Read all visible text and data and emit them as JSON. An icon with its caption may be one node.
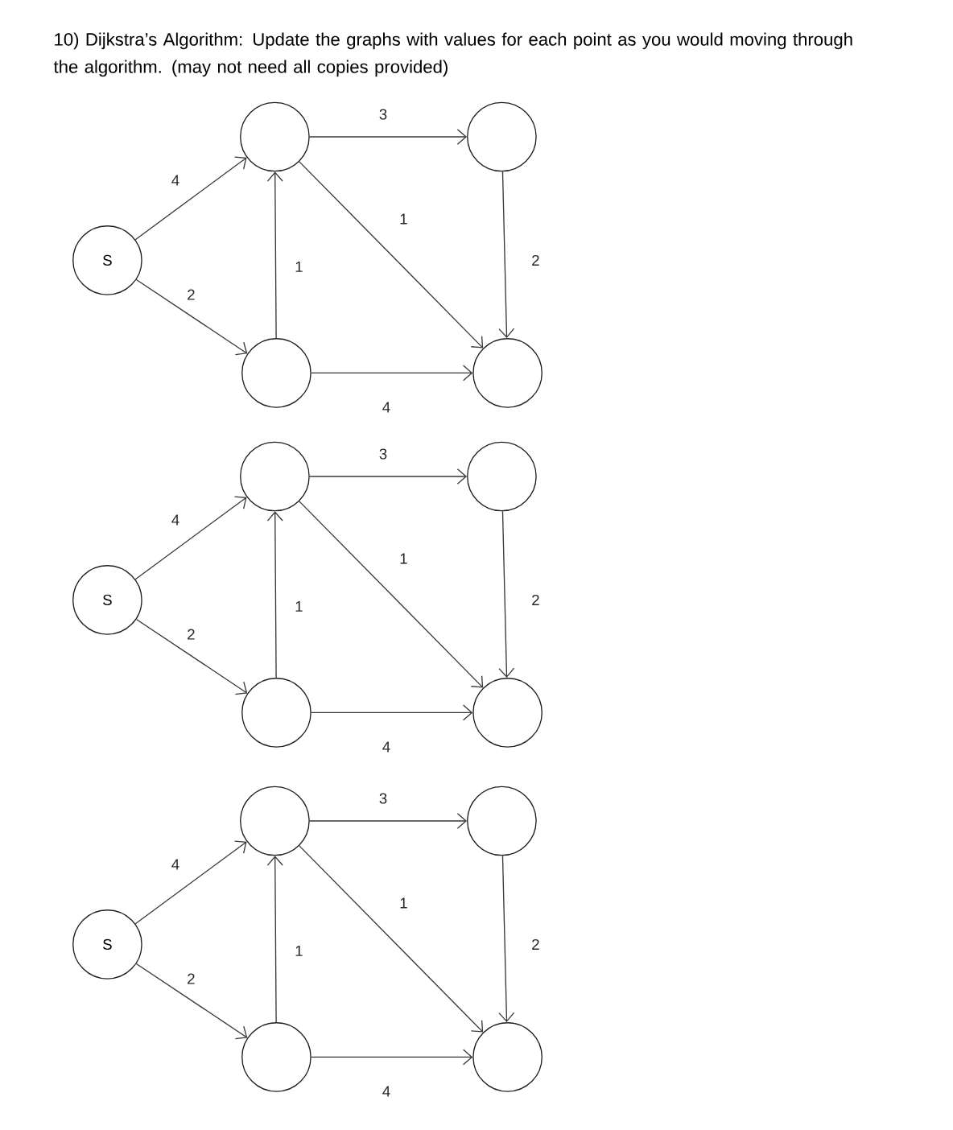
{
  "diagram": {
    "title": "10) Dijkstra’s Algorithm: Update the graphs with values for each point as you would moving through the algorithm. (may not need all copies provided)",
    "nodes": [
      {
        "text": [],
        "shape": "circle"
      },
      {
        "text": [],
        "shape": "circle"
      },
      {
        "text": [
          "S"
        ]
      },
      {
        "text": [],
        "shape": "circle"
      },
      {
        "text": [],
        "shape": "circle"
      },
      {
        "text": [],
        "shape": "circle"
      },
      {
        "text": [],
        "shape": "circle"
      },
      {
        "text": [
          "S"
        ]
      },
      {
        "text": [],
        "shape": "circle"
      },
      {
        "text": [],
        "shape": "circle"
      },
      {
        "text": [],
        "shape": "circle"
      },
      {
        "text": [],
        "shape": "circle"
      },
      {
        "text": [
          "S"
        ]
      },
      {
        "text": [],
        "shape": "circle"
      },
      {
        "text": [],
        "shape": "circle"
      }
    ],
    "edges": [
      {
        "from": 2,
        "to": 0,
        "arrow": "to",
        "label": "4"
      },
      {
        "from": 2,
        "to": 3,
        "arrow": "to",
        "label": "2"
      },
      {
        "from": 3,
        "to": 0,
        "arrow": "to",
        "label": "1"
      },
      {
        "from": 0,
        "to": 1,
        "arrow": "to",
        "label": "3"
      },
      {
        "from": 0,
        "to": 4,
        "arrow": "to",
        "label": "1"
      },
      {
        "from": 3,
        "to": 4,
        "arrow": "to",
        "label": "4"
      },
      {
        "from": 1,
        "to": 4,
        "arrow": "to",
        "label": "2"
      },
      {
        "from": 7,
        "to": 5,
        "arrow": "to",
        "label": "4"
      },
      {
        "from": 7,
        "to": 8,
        "arrow": "to",
        "label": "2"
      },
      {
        "from": 8,
        "to": 5,
        "arrow": "to",
        "label": "1"
      },
      {
        "from": 5,
        "to": 6,
        "arrow": "to",
        "label": "3"
      },
      {
        "from": 5,
        "to": 9,
        "arrow": "to",
        "label": "1"
      },
      {
        "from": 8,
        "to": 9,
        "arrow": "to",
        "label": "4"
      },
      {
        "from": 6,
        "to": 9,
        "arrow": "to",
        "label": "2"
      },
      {
        "from": 12,
        "to": 10,
        "arrow": "to",
        "label": "4"
      },
      {
        "from": 12,
        "to": 13,
        "arrow": "to",
        "label": "2"
      },
      {
        "from": 13,
        "to": 10,
        "arrow": "to",
        "label": "1"
      },
      {
        "from": 10,
        "to": 11,
        "arrow": "to",
        "label": "3"
      },
      {
        "from": 10,
        "to": 14,
        "arrow": "to",
        "label": "1"
      },
      {
        "from": 13,
        "to": 14,
        "arrow": "to",
        "label": "4"
      },
      {
        "from": 11,
        "to": 14,
        "arrow": "to",
        "label": "2"
      }
    ]
  }
}
